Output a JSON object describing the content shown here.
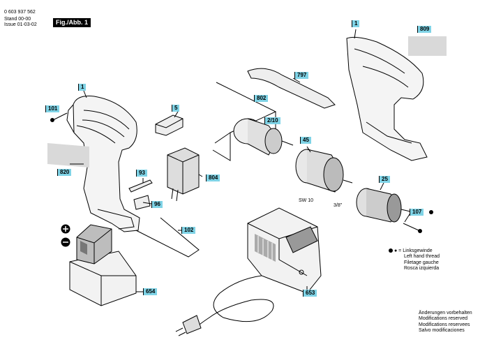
{
  "header": {
    "part_number": "0 603 937 562",
    "stand_label": "Stand",
    "stand_value": "00-00",
    "issue_label": "Issue",
    "issue_value": "01-03-02",
    "figure_label": "Fig./Abb. 1"
  },
  "callouts": [
    "1",
    "101",
    "5",
    "820",
    "93",
    "96",
    "804",
    "102",
    "654",
    "653",
    "802",
    "2/10",
    "797",
    "1",
    "809",
    "45",
    "25",
    "107"
  ],
  "labels": {
    "sw10": "SW 10",
    "thread": "3/8\""
  },
  "legend": {
    "marker": "● =",
    "lines": [
      "Linksgewinde",
      "Left hand thread",
      "Filetage gauche",
      "Rosca izquierda"
    ]
  },
  "notes": [
    "Änderungen vorbehalten",
    "Modifications reserved",
    "Modifications reservees",
    "Salvo modificaciones"
  ],
  "colors": {
    "callout_bg": "#7fd3e6"
  }
}
